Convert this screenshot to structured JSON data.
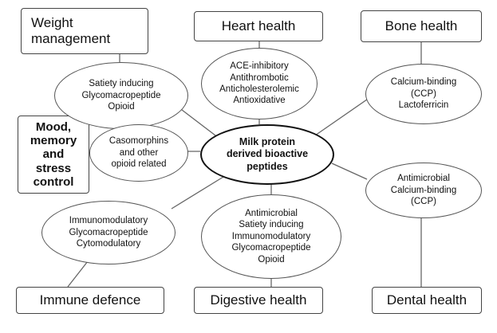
{
  "center": {
    "lines": [
      "Milk protein",
      "derived bioactive",
      "peptides"
    ]
  },
  "categories": {
    "weight_management": {
      "lines": [
        "Weight",
        "management"
      ]
    },
    "heart_health": {
      "lines": [
        "Heart health"
      ]
    },
    "bone_health": {
      "lines": [
        "Bone health"
      ]
    },
    "mood": {
      "lines": [
        "Mood,",
        "memory",
        "and",
        "stress",
        "control"
      ]
    },
    "immune_defence": {
      "lines": [
        "Immune defence"
      ]
    },
    "digestive_health": {
      "lines": [
        "Digestive health"
      ]
    },
    "dental_health": {
      "lines": [
        "Dental health"
      ]
    }
  },
  "peptide_groups": {
    "weight_management": {
      "lines": [
        "Satiety inducing",
        "Glycomacropeptide",
        "Opioid"
      ]
    },
    "heart_health": {
      "lines": [
        "ACE-inhibitory",
        "Antithrombotic",
        "Anticholesterolemic",
        "Antioxidative"
      ]
    },
    "bone_health": {
      "lines": [
        "Calcium-binding",
        "(CCP)",
        "Lactoferricin"
      ]
    },
    "mood": {
      "lines": [
        "Casomorphins",
        "and other",
        "opioid related"
      ]
    },
    "immune_defence": {
      "lines": [
        "Immunomodulatory",
        "Glycomacropeptide",
        "Cytomodulatory"
      ]
    },
    "digestive_health": {
      "lines": [
        "Antimicrobial",
        "Satiety inducing",
        "Immunomodulatory",
        "Glycomacropeptide",
        "Opioid"
      ]
    },
    "dental_health": {
      "lines": [
        "Antimicrobial",
        "Calcium-binding",
        "(CCP)"
      ]
    }
  }
}
